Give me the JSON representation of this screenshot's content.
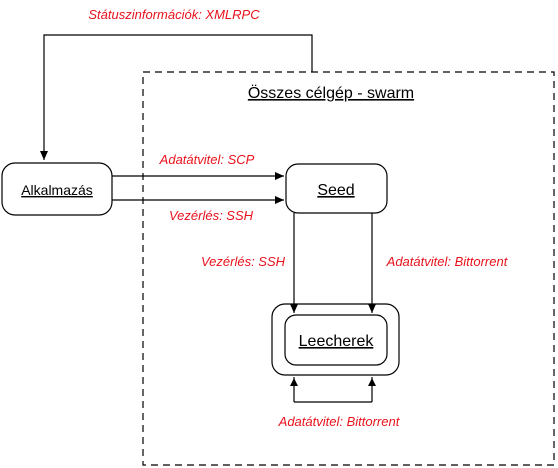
{
  "colors": {
    "edge_label": "#e8121c",
    "stroke": "#000000",
    "background": "#ffffff"
  },
  "swarm": {
    "title": "Összes célgép - swarm"
  },
  "nodes": {
    "app": {
      "label": "Alkalmazás"
    },
    "seed": {
      "label": "Seed"
    },
    "leechers": {
      "label": "Leecherek"
    }
  },
  "edges": {
    "status": {
      "label": "Státuszinformációk: XMLRPC"
    },
    "transfer_scp": {
      "label": "Adatátvitel: SCP"
    },
    "control_ssh_app": {
      "label": "Vezérlés: SSH"
    },
    "control_ssh_seed": {
      "label": "Vezérlés: SSH"
    },
    "transfer_bt_seed": {
      "label": "Adatátvitel: Bittorrent"
    },
    "transfer_bt_loop": {
      "label": "Adatátvitel: Bittorrent"
    }
  }
}
